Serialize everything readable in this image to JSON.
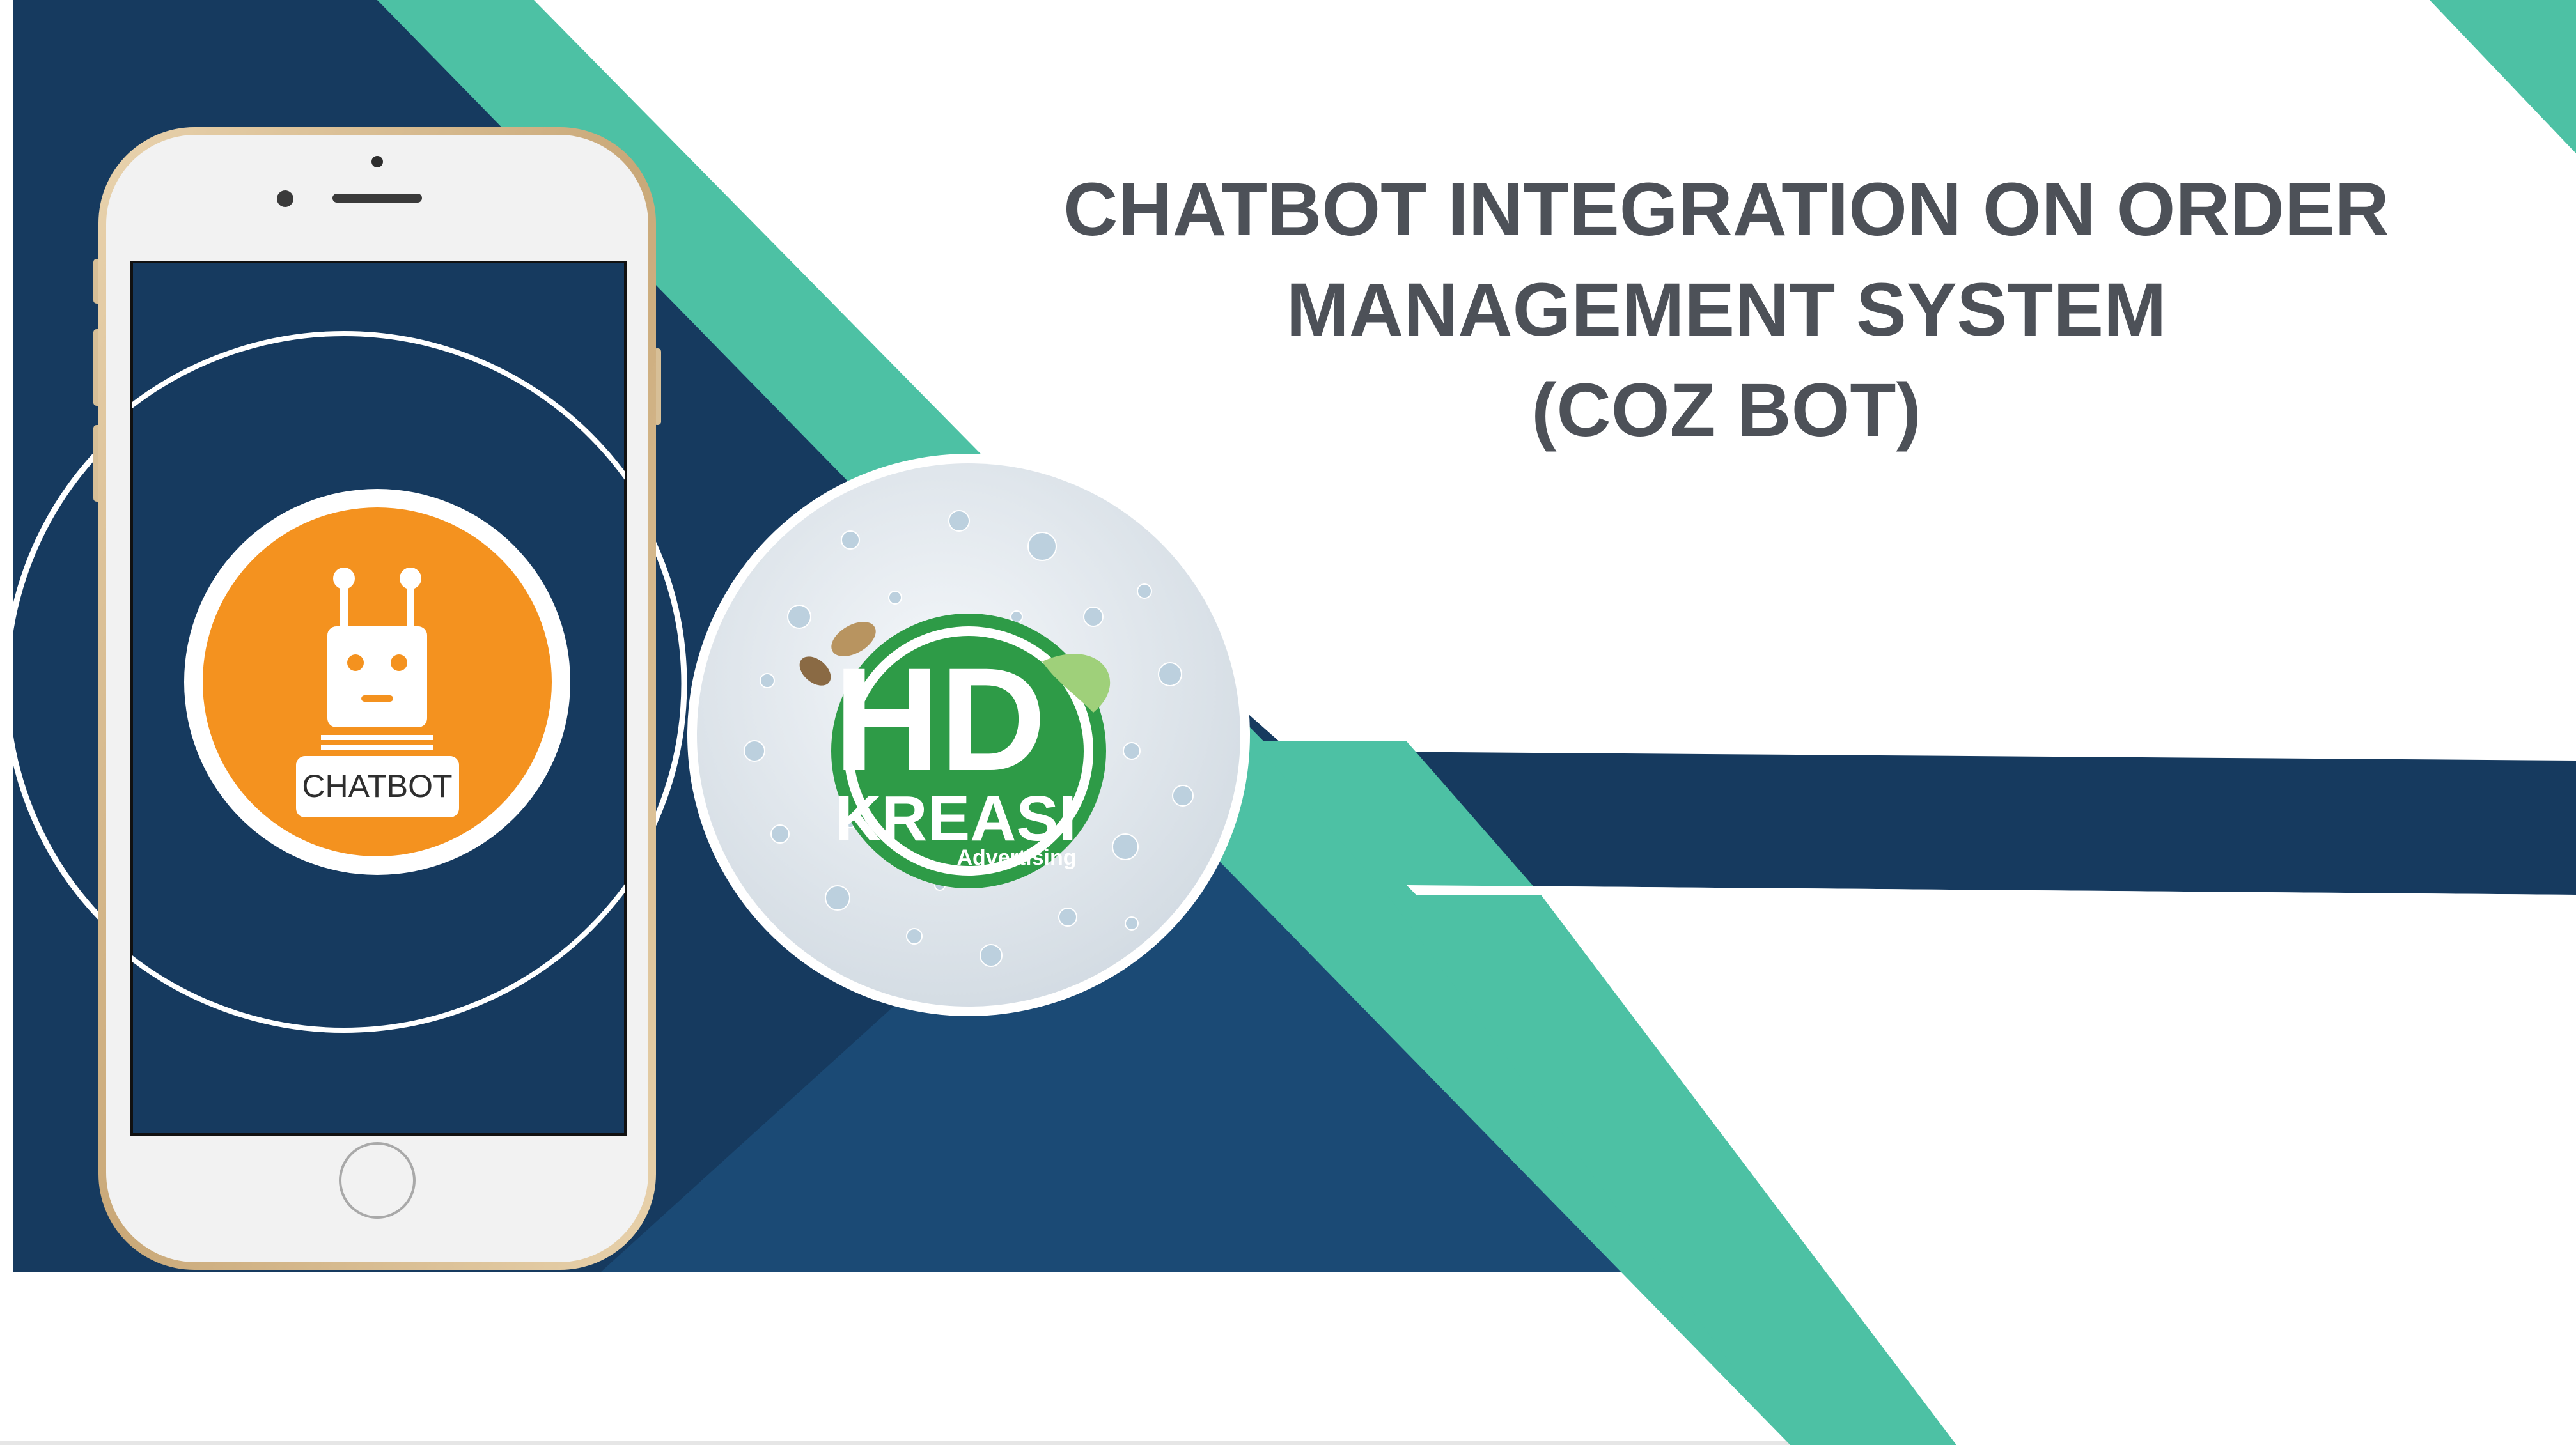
{
  "slide": {
    "title_lines": [
      "CHATBOT  INTEGRATION ON ORDER",
      "MANAGEMENT SYSTEM",
      "(COZ BOT)"
    ],
    "badge_label": "CHATBOT",
    "logo": {
      "main_text": "HD",
      "sub_text": "KREASI",
      "tagline": "Advertising"
    }
  },
  "colors": {
    "navy": "#163a5f",
    "navy_light": "#1b4a75",
    "teal": "#4dc1a4",
    "orange": "#f4921f",
    "title_gray": "#4d5158",
    "logo_green": "#2e9b47"
  },
  "icons": [
    "robot-icon",
    "phone-mockup",
    "company-logo"
  ]
}
